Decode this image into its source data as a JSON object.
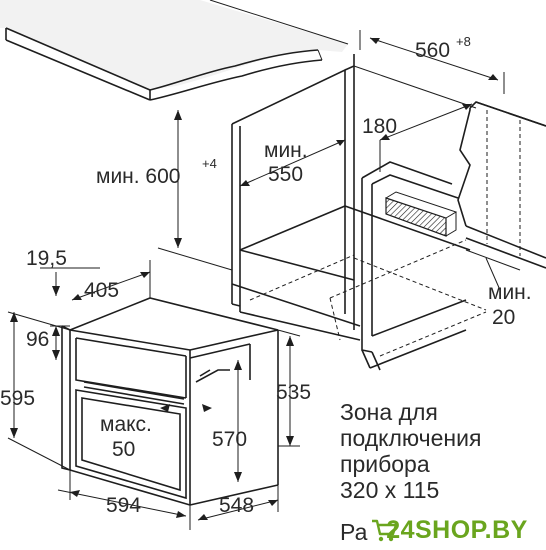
{
  "dimensions": {
    "niche_depth": "560",
    "niche_depth_sup": "+8",
    "min_label_1": "мин. 600",
    "min_label_1_sup": "+4",
    "min_label_2": "мин.",
    "min_label_2_val": "550",
    "vent_180": "180",
    "d19_5": "19,5",
    "d405": "405",
    "d96": "96",
    "d595": "595",
    "max_label": "макс.",
    "max_val": "50",
    "d570": "570",
    "d535": "535",
    "d594": "594",
    "d548": "548",
    "min_20_label": "мин.",
    "min_20_val": "20"
  },
  "note": {
    "line1": "Зона для",
    "line2": "подключения",
    "line3": "прибора",
    "line4": "320 x 115",
    "line5_fragment": "Ра"
  },
  "watermark": {
    "text": "24SHOP.BY"
  },
  "colors": {
    "lines": "#1e1e1e",
    "worktop_fill": "#f2f2f2",
    "watermark_green": "#6aa51e"
  }
}
